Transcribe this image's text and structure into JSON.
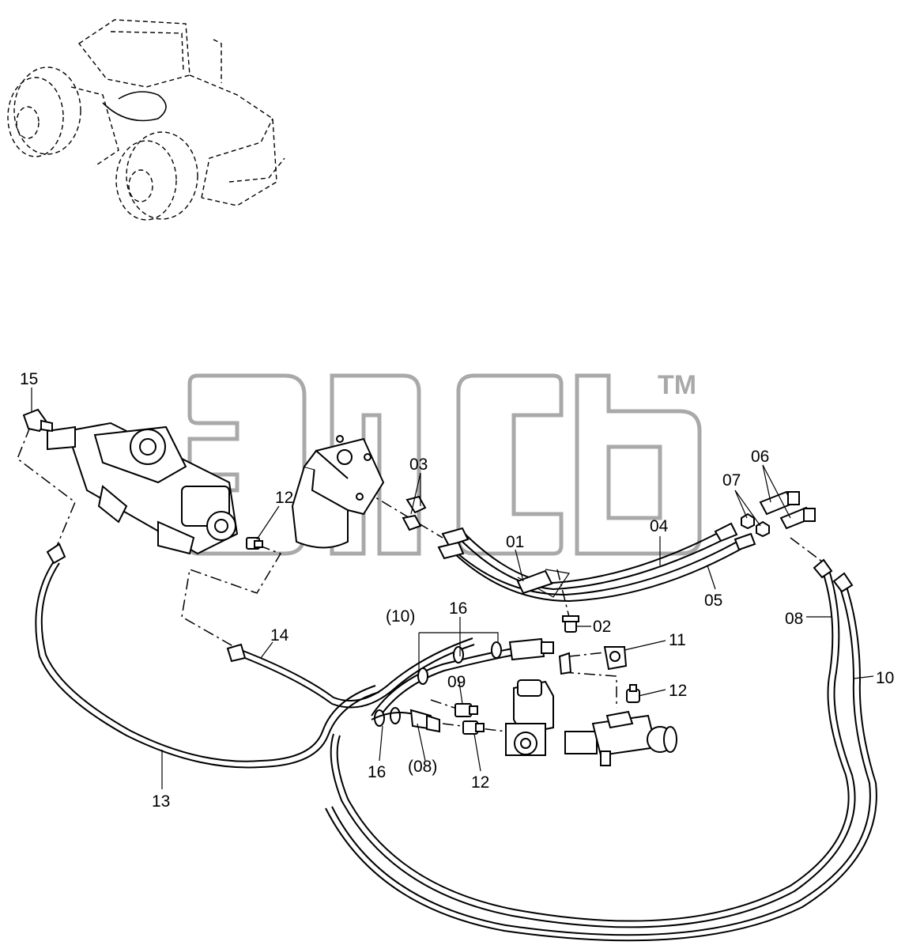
{
  "watermark": {
    "tm": "TM",
    "color": "#a9a9a9"
  },
  "callouts": {
    "c01": "01",
    "c02": "02",
    "c03": "03",
    "c04": "04",
    "c05": "05",
    "c06": "06",
    "c07": "07",
    "c08": "08",
    "c10": "10",
    "c11": "11",
    "c12a": "12",
    "c12b": "12",
    "c12c": "12",
    "c13": "13",
    "c14": "14",
    "c15": "15",
    "c16a": "16",
    "c16b": "16",
    "c09": "09",
    "c10p": "(10)",
    "c08p": "(08)"
  },
  "icons": [
    "tractor-locator-icon",
    "control-valve-icon",
    "filter-icon",
    "solenoid-valve-icon",
    "fitting-icon",
    "nut-icon"
  ]
}
